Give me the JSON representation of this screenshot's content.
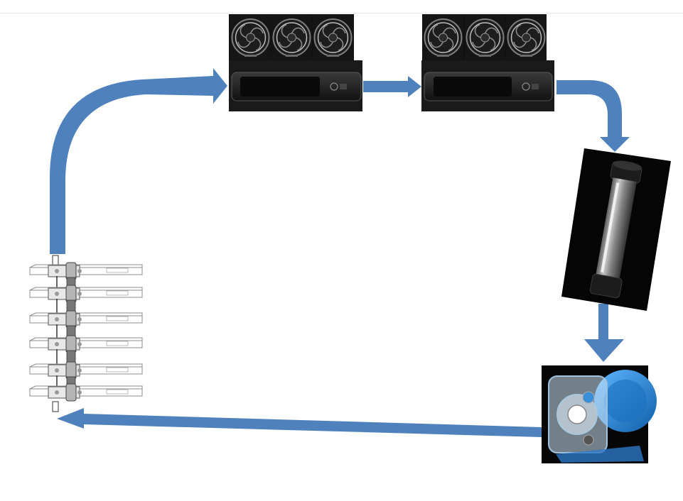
{
  "diagram": {
    "components": [
      {
        "id": "radiator-1",
        "kind": "360mm radiator with three fans"
      },
      {
        "id": "radiator-2",
        "kind": "360mm radiator with three fans"
      },
      {
        "id": "reservoir",
        "kind": "tube reservoir"
      },
      {
        "id": "pump",
        "kind": "pump"
      },
      {
        "id": "gpu-stack",
        "kind": "six GPU water blocks in series"
      }
    ],
    "flow": [
      "gpu-stack",
      "radiator-1",
      "radiator-2",
      "reservoir",
      "pump",
      "gpu-stack"
    ],
    "colors": {
      "arrow": "#4f81bd",
      "component_bg": "#0d0d0d",
      "fan_ring": "#9a9a9a",
      "pump_accent": "#1e7fd0",
      "block_outline": "#8c8c8c"
    },
    "icons": [
      "fan-icon",
      "radiator-icon",
      "reservoir-icon",
      "pump-icon",
      "gpu-block-icon"
    ]
  }
}
